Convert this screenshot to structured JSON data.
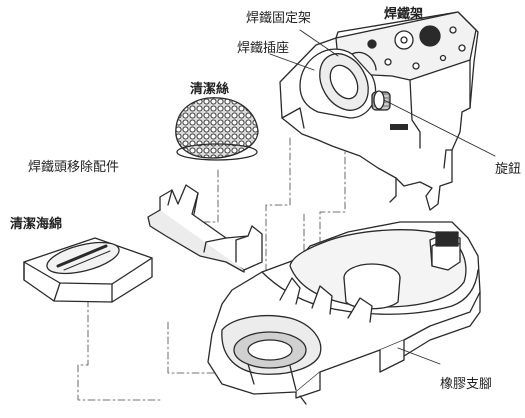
{
  "labels": {
    "iron_holder": "焊鐵固定架",
    "iron_stand": "焊鐵架",
    "iron_insert_seat": "焊鐵插座",
    "cleaning_wire": "清潔絲",
    "tip_removal_part": "焊鐵頭移除配件",
    "knob": "旋鈕",
    "cleaning_sponge": "清潔海綿",
    "rubber_feet": "橡膠支腳"
  },
  "colors": {
    "line": "#2a2a2a",
    "fill_light": "#ffffff",
    "fill_shade": "#e6e6e6",
    "fill_dark": "#9a9a9a"
  }
}
